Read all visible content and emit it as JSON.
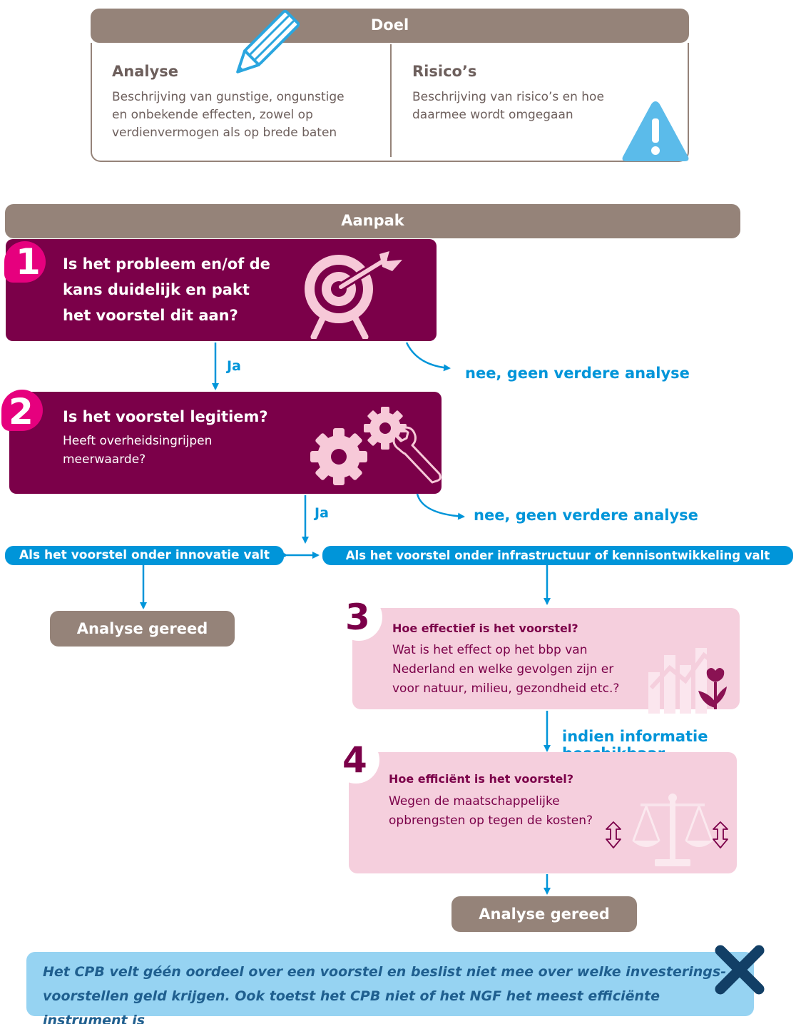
{
  "doel": {
    "title": "Doel",
    "analyse": {
      "heading": "Analyse",
      "text": "Beschrijving van gunstige, ongunstige en onbekende effecten, zowel op verdienvermogen als op brede baten"
    },
    "risicos": {
      "heading": "Risico’s",
      "text": "Beschrijving van risico’s en hoe daarmee wordt omgegaan"
    }
  },
  "aanpak": {
    "title": "Aanpak",
    "step1": {
      "number": "1",
      "question": "Is het probleem en/of de kans duidelijk en pakt het voorstel dit aan?"
    },
    "step2": {
      "number": "2",
      "question": "Is het voorstel legitiem?",
      "subtext": "Heeft overheidsingrijpen meerwaarde?"
    },
    "yes_label": "Ja",
    "no_label": "nee, geen verdere analyse",
    "branch_innovation": "Als het voorstel onder innovatie valt",
    "branch_infra": "Als het voorstel onder infrastructuur of kennisontwikkeling valt",
    "done_label": "Analyse gereed",
    "step3": {
      "number": "3",
      "question": "Hoe effectief is het voorstel?",
      "subtext": "Wat is het effect op het bbp van Nederland en welke gevolgen zijn er voor natuur, milieu, gezondheid etc.?"
    },
    "info_label": "indien informatie beschikbaar",
    "step4": {
      "number": "4",
      "question": "Hoe efficiënt is het voorstel?",
      "subtext": "Wegen de maatschappelijke opbrengsten op tegen de kosten?"
    }
  },
  "note": {
    "text_part1": "Het CPB velt géén oordeel over een voorstel en beslist niet mee over welke investerings-",
    "text_part2": "voorstellen geld krijgen. Ook toetst het CPB niet of het NGF het meest efficiënte instrument is"
  },
  "colors": {
    "bar": "#958379",
    "dark": "#7b0049",
    "magenta": "#e6007e",
    "blue": "#0095d9",
    "pink": "#f5cfdd",
    "note": "#96d3f2"
  },
  "icons": [
    "pencil-icon",
    "warning-icon",
    "target-icon",
    "gears-wrench-icon",
    "chart-flower-icon",
    "scale-icon",
    "close-icon"
  ]
}
